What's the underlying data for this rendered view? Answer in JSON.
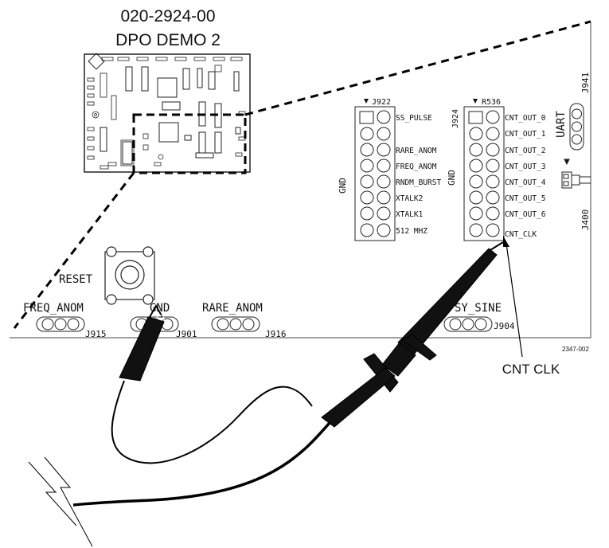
{
  "board": {
    "part_number": "020-2924-00",
    "name": "DPO DEMO 2"
  },
  "headers": {
    "j922": {
      "designator": "J922",
      "gnd_label": "GND",
      "pins": [
        "SS_PULSE",
        "",
        "RARE_ANOM",
        "FREQ_ANOM",
        "RNDM_BURST",
        "XTALK2",
        "XTALK1",
        "512 MHZ"
      ]
    },
    "j924": {
      "designator": "J924",
      "top_label": "R536",
      "gnd_label": "GND",
      "pins": [
        "CNT_OUT_0",
        "CNT_OUT_1",
        "CNT_OUT_2",
        "CNT_OUT_3",
        "CNT_OUT_4",
        "CNT_OUT_5",
        "CNT_OUT_6",
        "CNT_CLK"
      ]
    },
    "uart": {
      "label": "UART",
      "designator": "J941"
    },
    "j400": {
      "designator": "J400"
    }
  },
  "controls": {
    "reset": "RESET",
    "connectors": [
      {
        "label": "FREQ_ANOM",
        "designator": "J915"
      },
      {
        "label": "GND",
        "designator": "J901"
      },
      {
        "label": "RARE_ANOM",
        "designator": "J916"
      },
      {
        "label": "SY_SINE",
        "designator": "J904"
      }
    ]
  },
  "figure_id": "2347-002",
  "callout": "CNT CLK"
}
